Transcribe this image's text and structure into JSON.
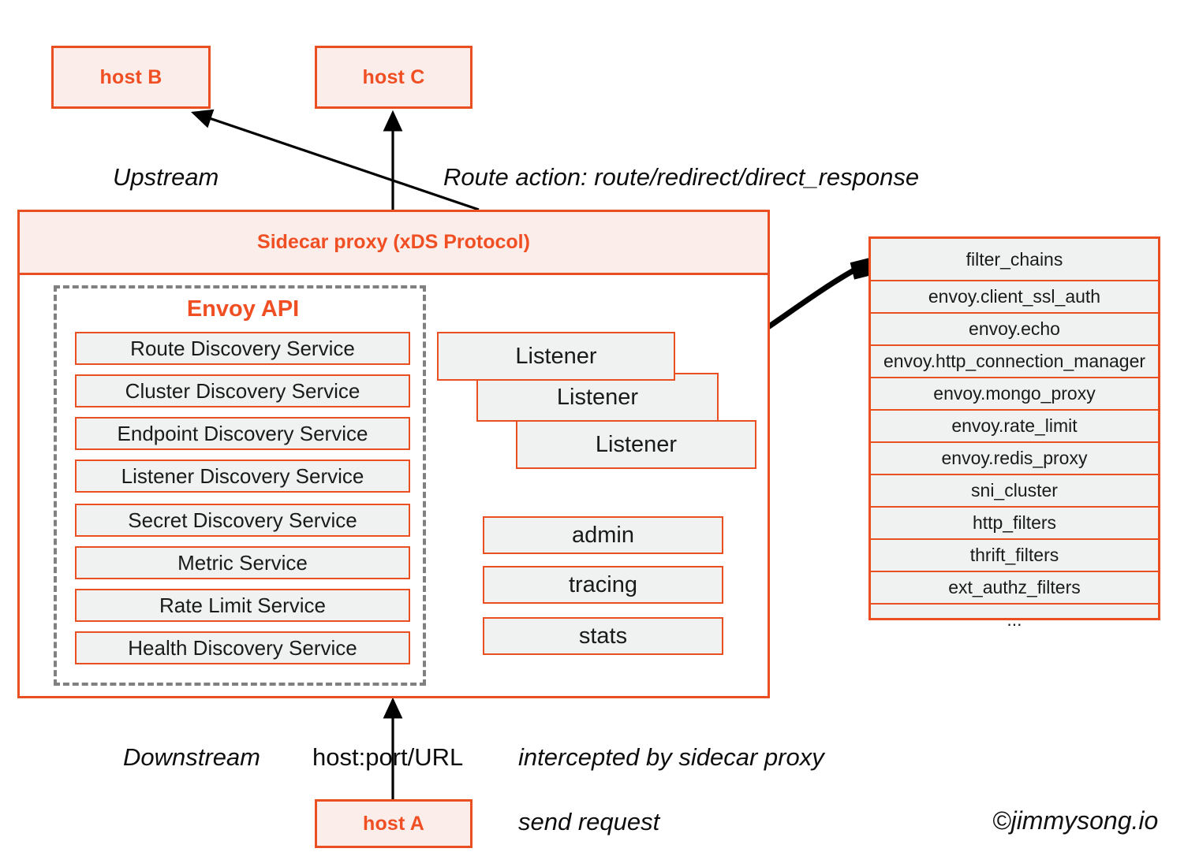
{
  "diagram": {
    "title": "Envoy sidecar proxy xDS architecture",
    "colors": {
      "accent": "#ea4f22",
      "accent_text": "#f04e23",
      "pink_fill": "#faedea",
      "grey_fill": "#f0f1f1",
      "dashed_grey": "#808080",
      "arrow_black": "#000000",
      "body_text": "#0d0d0d"
    }
  },
  "hosts": {
    "host_b": "host B",
    "host_c": "host C",
    "host_a": "host A"
  },
  "sidecar": {
    "header": "Sidecar  proxy (xDS Protocol)"
  },
  "envoy_api": {
    "title": "Envoy API",
    "services": [
      "Route Discovery Service",
      "Cluster Discovery Service",
      "Endpoint Discovery Service",
      "Listener Discovery Service",
      "Secret Discovery Service",
      "Metric Service",
      "Rate Limit Service",
      "Health Discovery Service"
    ]
  },
  "listeners": [
    "Listener",
    "Listener",
    "Listener"
  ],
  "subsystems": [
    "admin",
    "tracing",
    "stats"
  ],
  "filter_chains": {
    "items": [
      "filter_chains",
      "envoy.client_ssl_auth",
      "envoy.echo",
      "envoy.http_connection_manager",
      "envoy.mongo_proxy",
      "envoy.rate_limit",
      "envoy.redis_proxy",
      "sni_cluster",
      "http_filters",
      "thrift_filters",
      "ext_authz_filters",
      "..."
    ]
  },
  "annotations": {
    "upstream": "Upstream",
    "route_action": "Route action: route/redirect/direct_response",
    "downstream": "Downstream",
    "host_port_url": "host:port/URL",
    "intercepted": "intercepted by sidecar proxy",
    "send_request": "send request"
  },
  "watermark": "©jimmysong.io"
}
